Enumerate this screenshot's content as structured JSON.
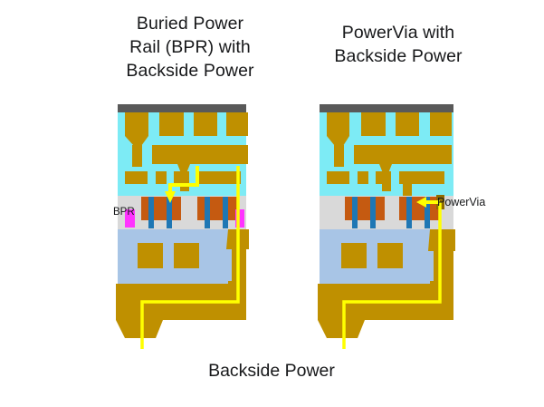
{
  "figure": {
    "left_panel": {
      "title": "Buried Power\nRail (BPR) with\nBackside Power",
      "annotations": [
        {
          "name": "bpr",
          "text": "BPR"
        }
      ]
    },
    "right_panel": {
      "title": "PowerVia with\nBackside Power",
      "annotations": [
        {
          "name": "powervia",
          "text": "PowerVia"
        }
      ]
    },
    "caption": "Backside Power"
  },
  "colors": {
    "metal_gold": "#BF9000",
    "dielectric_cyan": "#7DEBF5",
    "top_cap_gray": "#595959",
    "device_gray": "#D9D9D9",
    "substrate_blue": "#A8C5E6",
    "source_drain_orange": "#C55A11",
    "contact_blue": "#1F77B4",
    "bpr_magenta": "#FF33FF",
    "power_route_yellow": "#FFFF00",
    "text": "#17181A",
    "background": "#FFFFFF"
  },
  "legend_semantics": {
    "gold": "metal interconnect",
    "cyan": "interlayer dielectric",
    "gray_bar": "top passivation / cap",
    "light_gray": "device layer",
    "light_blue": "silicon substrate",
    "orange": "source/drain epi",
    "blue": "contact / fin",
    "magenta": "buried power rail",
    "yellow": "backside power delivery path"
  }
}
